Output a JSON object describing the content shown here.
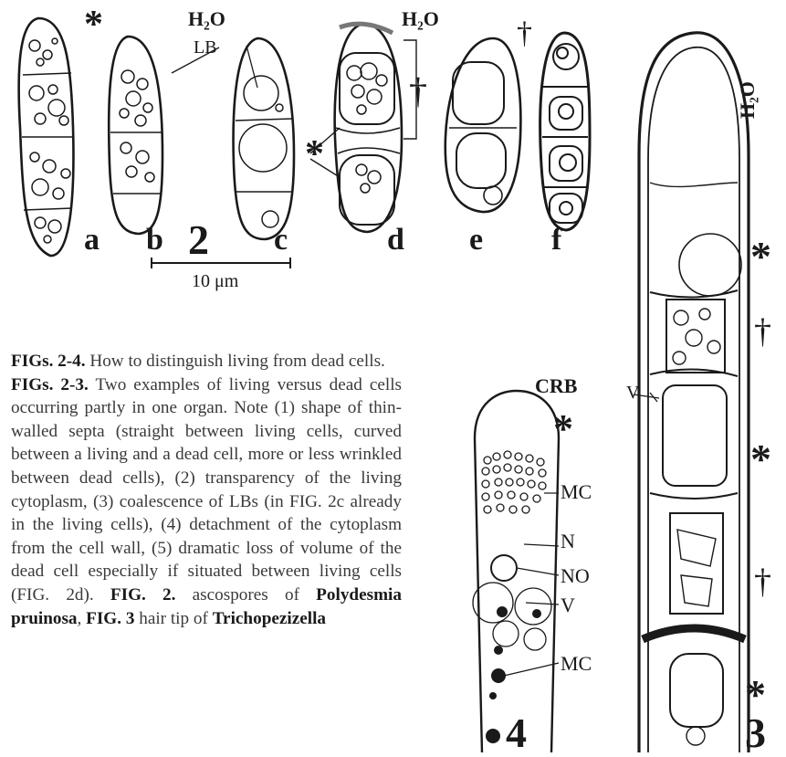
{
  "fig2": {
    "water_left": "H₂O",
    "water_right": "H₂O",
    "lb": "LB",
    "living_mark": "*",
    "dead_mark": "†",
    "figure_number": "2",
    "panels": [
      "a",
      "b",
      "c",
      "d",
      "e",
      "f"
    ],
    "scale_bar": "10 μm"
  },
  "fig3": {
    "water": "H₂O",
    "figure_number": "3",
    "v_label": "V"
  },
  "fig4": {
    "crb": "CRB",
    "mc_upper": "MC",
    "n": "N",
    "no": "NO",
    "v": "V",
    "mc_lower": "MC",
    "figure_number": "4"
  },
  "caption": {
    "heading": "FIGs. 2-4.",
    "heading_text": " How to distinguish living from dead cells.",
    "sub_heading": "FIGs. 2-3.",
    "sub_text": " Two examples of living versus dead cells occurring partly in one organ. Note (1) shape of thin-walled septa (straight between living cells, curved between a living and a dead cell, more or less wrinkled between dead cells), (2) transparency of the living cytoplasm, (3) coalescence of LBs (in FIG. 2c already in the living cells), (4) detachment of the cytoplasm from the cell wall, (5) dramatic loss of volume of the dead cell especially if situated between living cells (FIG. 2d). ",
    "fig2_ref": "FIG. 2.",
    "fig2_text": " ascospores of ",
    "species_1": "Polydesmia pruinosa",
    "sep": ", ",
    "fig3_ref": "FIG. 3",
    "fig3_text": " hair tip of ",
    "species_2": "Trichopezizella"
  }
}
